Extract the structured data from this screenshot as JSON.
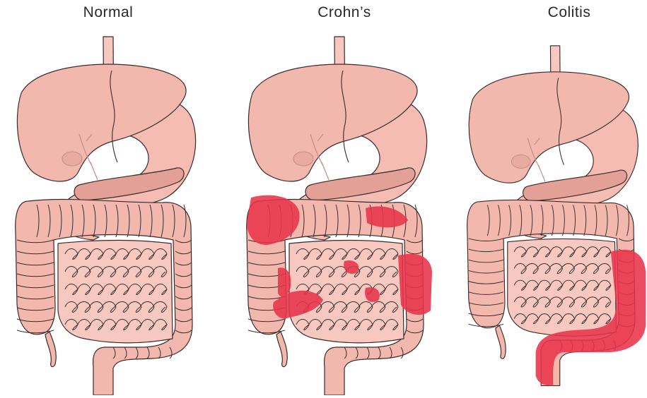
{
  "labels": {
    "normal": "Normal",
    "crohns": "Crohn’s",
    "colitis": "Colitis"
  },
  "colors": {
    "organ_fill": "#f2b8ae",
    "organ_light": "#f6c8c0",
    "stomach_fill": "#f4bcb2",
    "pancreas_fill": "#e2a096",
    "outline": "#3b2a2a",
    "inflammation": "#e8334a"
  }
}
